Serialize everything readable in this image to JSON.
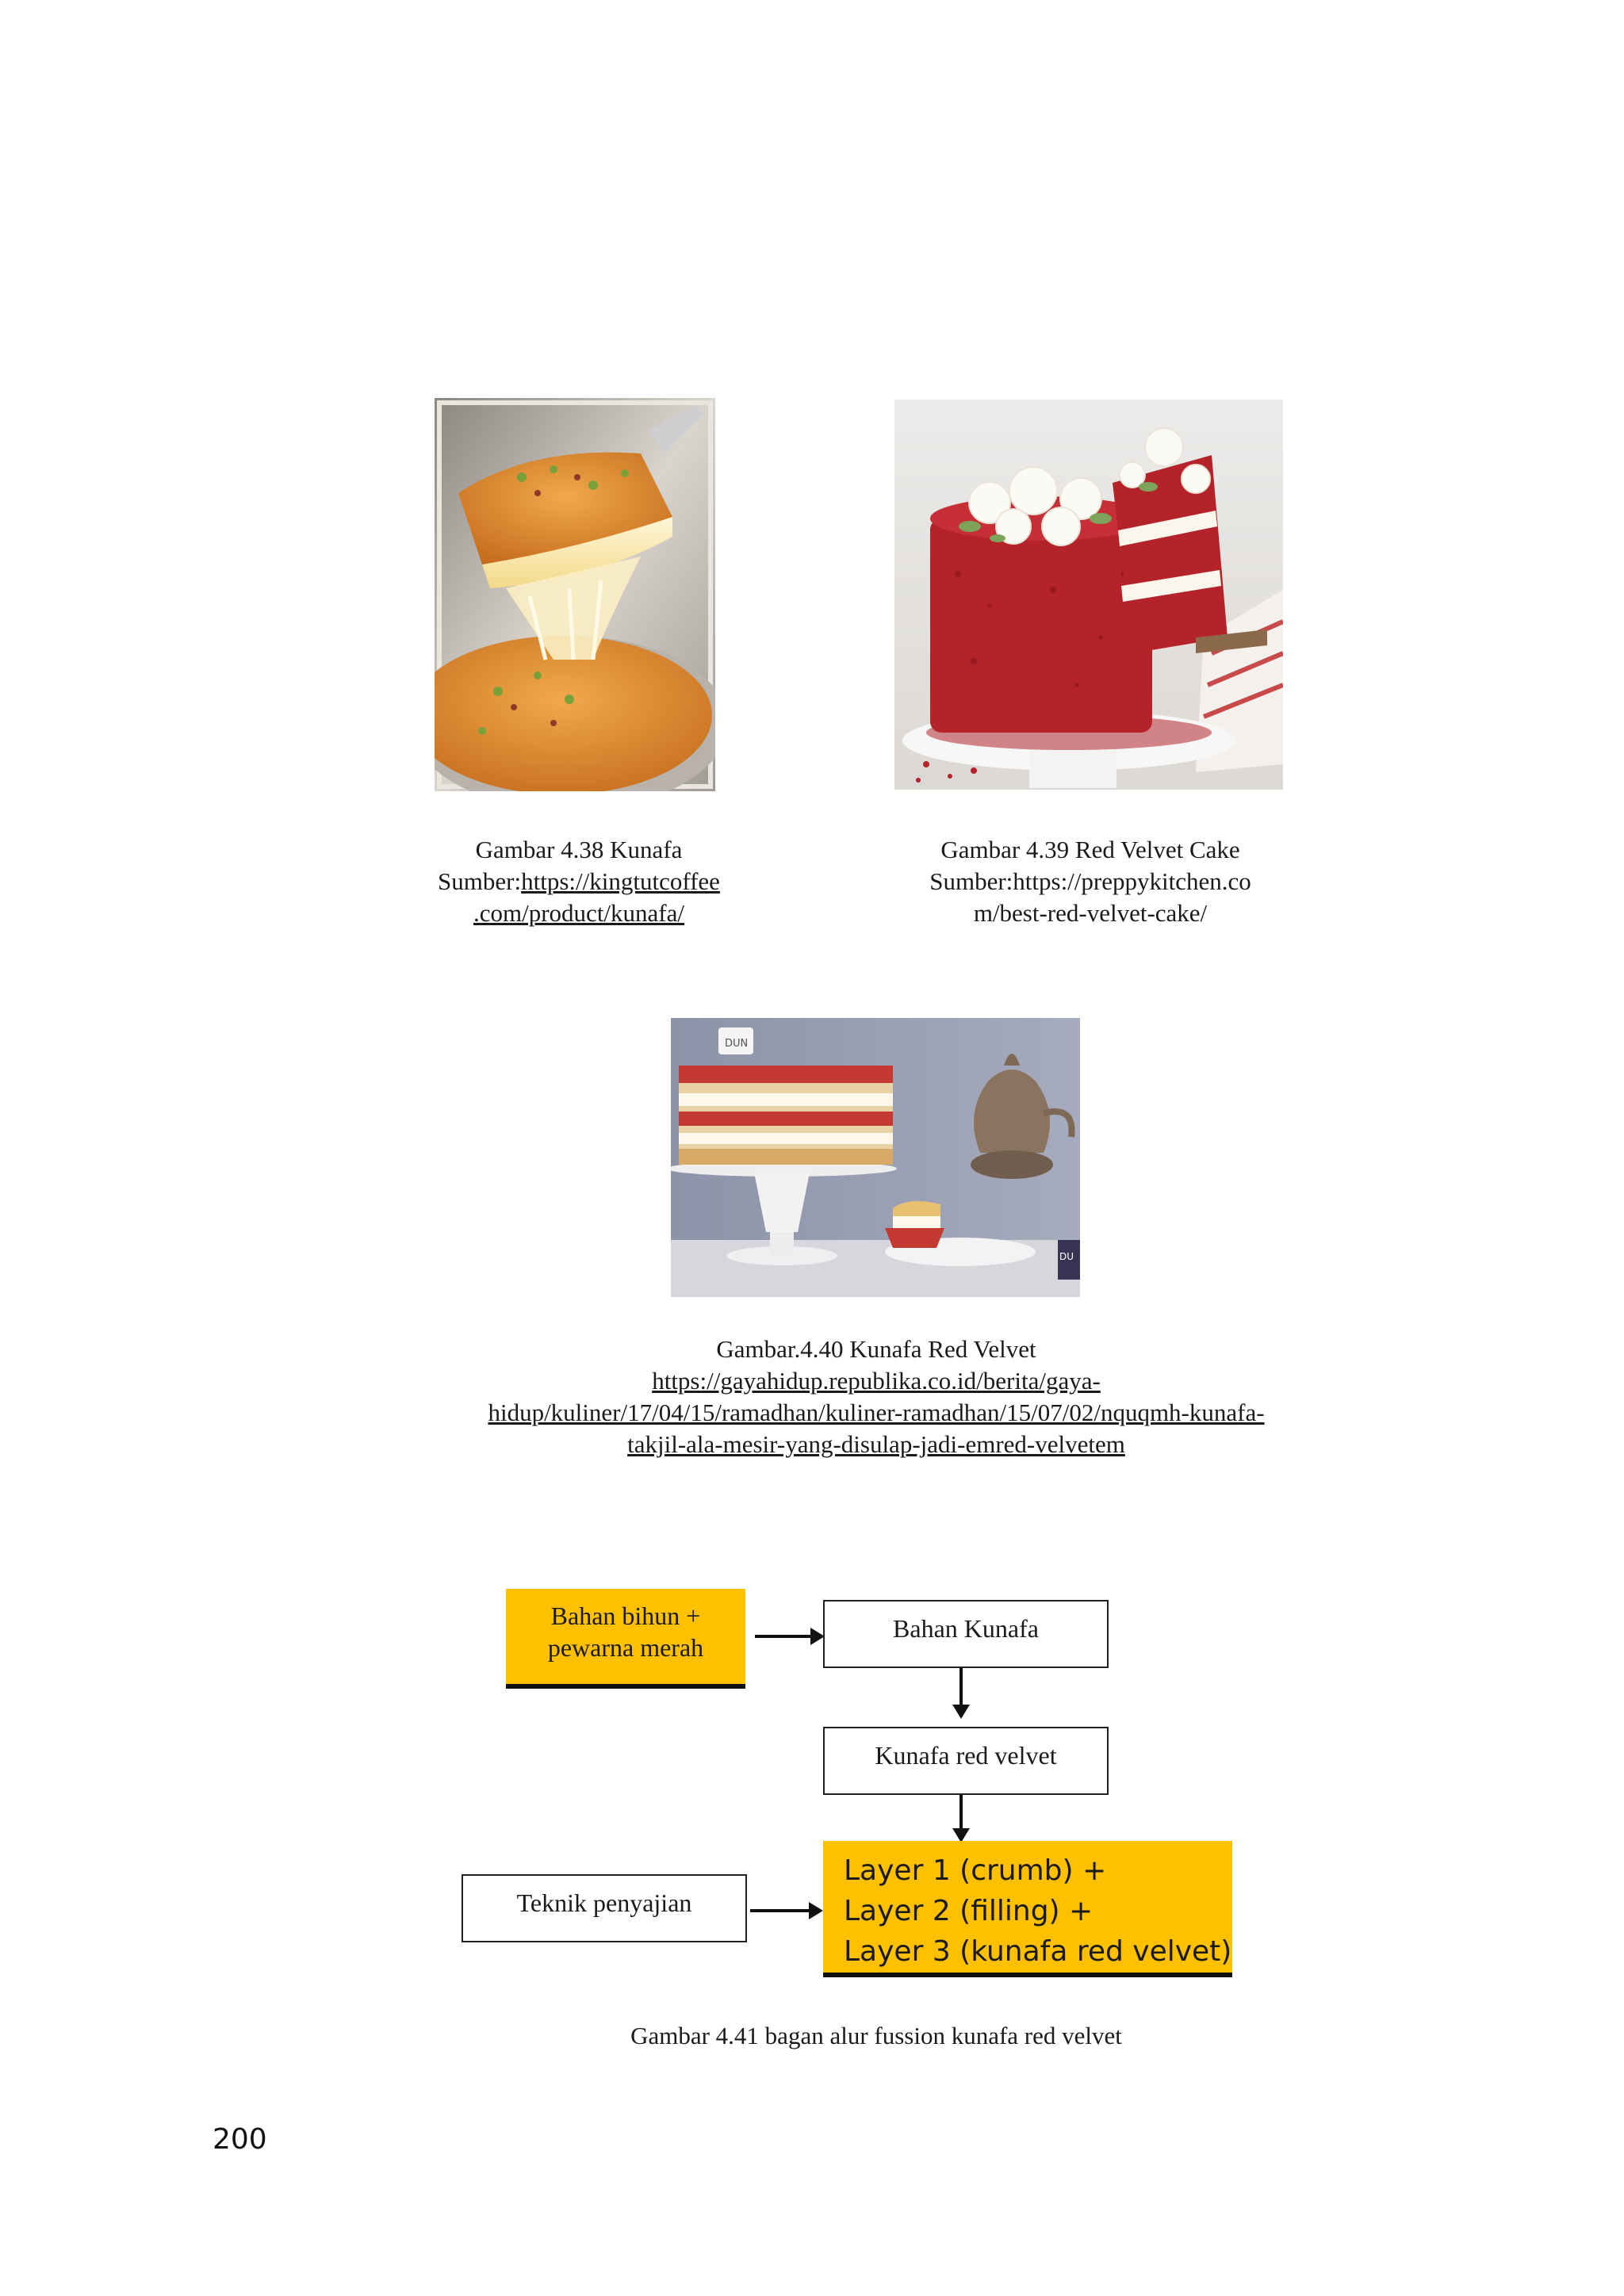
{
  "figures": {
    "kunafa": {
      "title": "Gambar 4.38 Kunafa",
      "source_prefix": "Sumber:",
      "source_line1": "https://kingtutcoffee",
      "source_line2": ".com/product/kunafa/"
    },
    "red_velvet": {
      "title": "Gambar 4.39 Red Velvet Cake",
      "source_line1": "Sumber:https://preppykitchen.co",
      "source_line2": "m/best-red-velvet-cake/"
    },
    "kunafa_red_velvet": {
      "title": "Gambar.4.40 Kunafa Red Velvet",
      "source_line1": "https://gayahidup.republika.co.id/berita/gaya-",
      "source_line2": "hidup/kuliner/17/04/15/ramadhan/kuliner-ramadhan/15/07/02/nquqmh-kunafa-",
      "source_line3": "takjil-ala-mesir-yang-disulap-jadi-emred-velvetem",
      "logo_text": "DUN",
      "logo_text2": "DU"
    }
  },
  "flowchart": {
    "ingredient_line1": "Bahan bihun +",
    "ingredient_line2": "pewarna merah",
    "kunafa_base": "Bahan Kunafa",
    "kunafa_red_velvet": "Kunafa red velvet",
    "technique": "Teknik penyajian",
    "layer1": "Layer 1 (crumb) +",
    "layer2": "Layer 2 (filling) +",
    "layer3": "Layer 3 (kunafa red velvet)",
    "caption": "Gambar 4.41 bagan alur fussion kunafa red velvet"
  },
  "page_number": "200"
}
